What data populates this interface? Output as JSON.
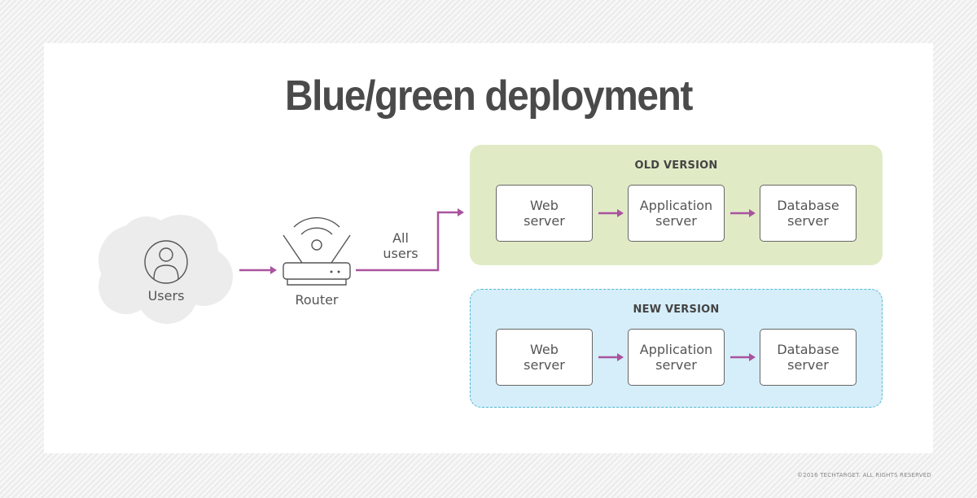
{
  "title": "Blue/green deployment",
  "users": {
    "label": "Users",
    "icon": "user-icon"
  },
  "router": {
    "label": "Router",
    "icon": "router-icon"
  },
  "flow_label": {
    "line1": "All",
    "line2": "users"
  },
  "old_version": {
    "title": "OLD VERSION",
    "color": "#e0ebc6",
    "servers": [
      {
        "line1": "Web",
        "line2": "server"
      },
      {
        "line1": "Application",
        "line2": "server"
      },
      {
        "line1": "Database",
        "line2": "server"
      }
    ]
  },
  "new_version": {
    "title": "NEW VERSION",
    "color": "#d6eef9",
    "border_color": "#4fb9d0",
    "servers": [
      {
        "line1": "Web",
        "line2": "server"
      },
      {
        "line1": "Application",
        "line2": "server"
      },
      {
        "line1": "Database",
        "line2": "server"
      }
    ]
  },
  "arrow_color": "#a9539e",
  "footer": "©2016 TECHTARGET. ALL RIGHTS RESERVED"
}
